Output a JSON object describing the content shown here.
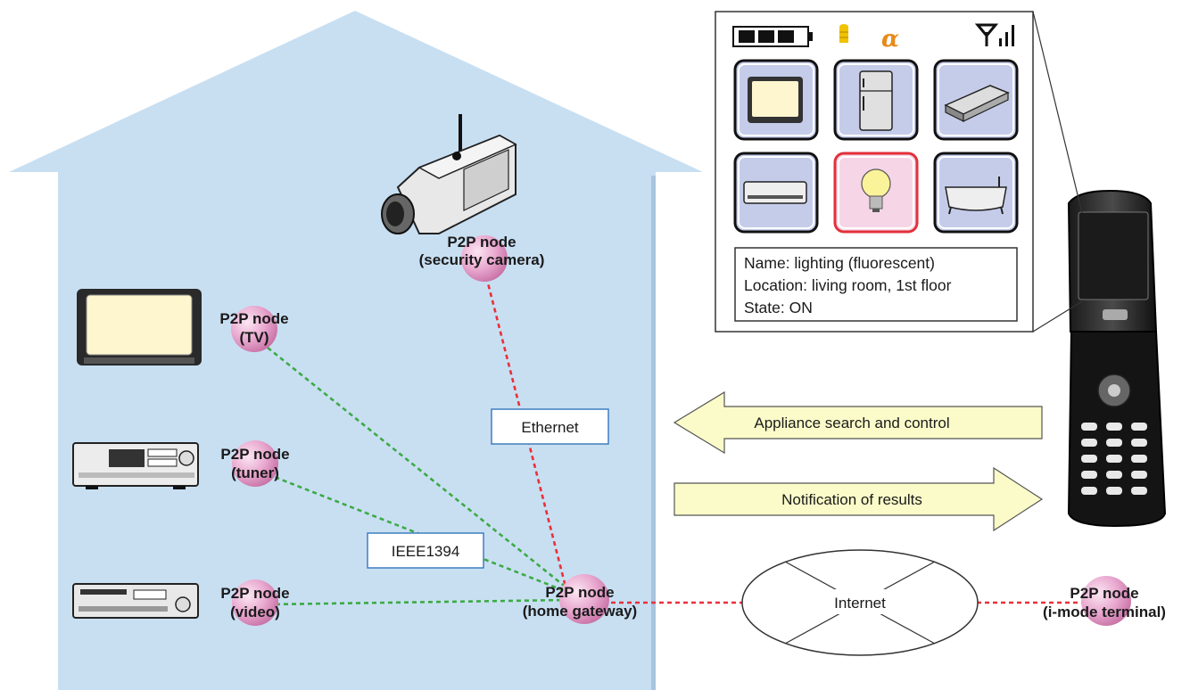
{
  "nodes": {
    "camera": {
      "line1": "P2P node",
      "line2": "(security camera)"
    },
    "tv": {
      "line1": "P2P node",
      "line2": "(TV)"
    },
    "tuner": {
      "line1": "P2P node",
      "line2": "(tuner)"
    },
    "video": {
      "line1": "P2P node",
      "line2": "(video)"
    },
    "gateway": {
      "line1": "P2P node",
      "line2": "(home gateway)"
    },
    "imode": {
      "line1": "P2P node",
      "line2": "(i-mode terminal)"
    }
  },
  "networks": {
    "ethernet": "Ethernet",
    "ieee1394": "IEEE1394",
    "internet": "Internet"
  },
  "arrows": {
    "search_control": "Appliance search and control",
    "notification": "Notification of results"
  },
  "phone_screen": {
    "status_icons": [
      "battery-icon",
      "storage-icon",
      "alpha-icon",
      "signal-icon"
    ],
    "appliance_icons": [
      "tv-icon",
      "refrigerator-icon",
      "video-deck-icon",
      "air-conditioner-icon",
      "light-bulb-icon",
      "bathtub-icon"
    ],
    "selected_appliance": "light-bulb-icon",
    "info": {
      "name": "Name: lighting (fluorescent)",
      "location": "Location: living room, 1st floor",
      "state": "State: ON"
    }
  },
  "colors": {
    "house": "#c8dff2",
    "house_edge": "#a9c4de",
    "ethernet_link": "#e8303a",
    "ieee1394_link": "#3daa45",
    "node_fill": "#e9a9d0",
    "arrow_fill": "#fbfbc9",
    "highlight": "#e2303a"
  }
}
